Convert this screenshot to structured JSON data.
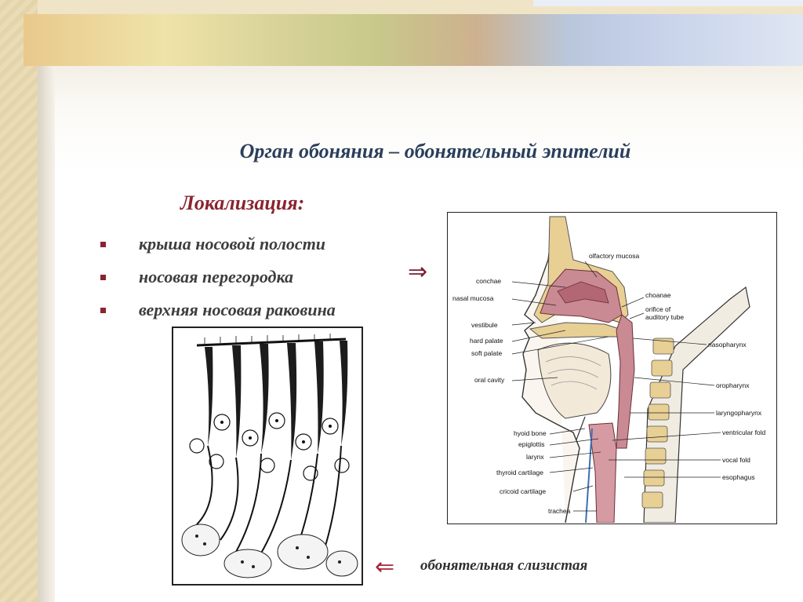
{
  "slide": {
    "title": "Орган обоняния – обонятельный эпителий",
    "subtitle": "Локализация:",
    "bullets": [
      "крыша носовой полости",
      "носовая перегородка",
      "верхняя носовая раковина"
    ],
    "caption": "обонятельная слизистая",
    "arrow_right": "⇒",
    "arrow_left": "⇐"
  },
  "anatomy_labels": {
    "olfactory_mucosa": "olfactory mucosa",
    "conchae": "conchae",
    "nasal_mucosa": "nasal mucosa",
    "choanae": "choanae",
    "orifice_1": "orifice of",
    "orifice_2": "auditory tube",
    "vestibule": "vestibule",
    "hard_palate": "hard palate",
    "soft_palate": "soft palate",
    "nasopharynx": "nasopharynx",
    "oral_cavity": "oral cavity",
    "oropharynx": "oropharynx",
    "laryngopharynx": "laryngopharynx",
    "hyoid_bone": "hyoid bone",
    "ventricular_fold": "ventricular fold",
    "epiglottis": "epiglottis",
    "larynx": "larynx",
    "vocal_fold": "vocal fold",
    "thyroid_cartilage": "thyroid cartilage",
    "esophagus": "esophagus",
    "cricoid_cartilage": "cricoid cartilage",
    "trachea": "trachea"
  },
  "colors": {
    "title": "#2a3f5c",
    "accent": "#8a2430",
    "mucosa": "#c98a93",
    "bone": "#e8cf94"
  }
}
